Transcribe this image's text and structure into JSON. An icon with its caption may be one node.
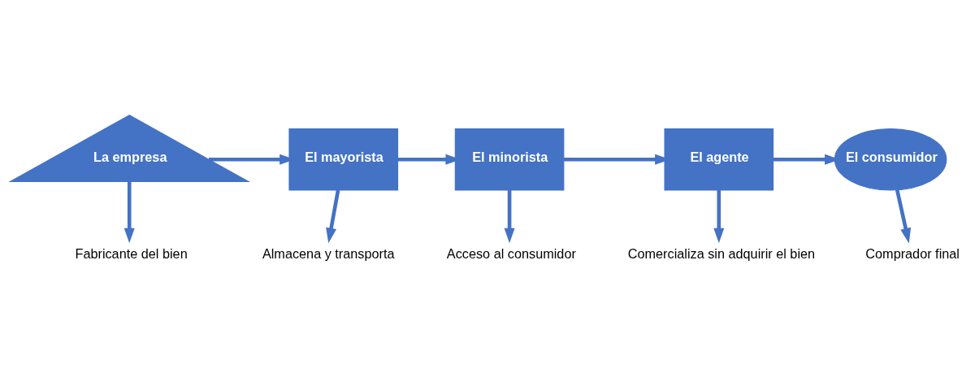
{
  "diagram": {
    "nodes": [
      {
        "text": [
          "La empresa"
        ]
      },
      {
        "text": [
          "El mayorista"
        ]
      },
      {
        "text": [
          "El minorista"
        ]
      },
      {
        "text": [
          "El agente"
        ]
      },
      {
        "text": [
          "El consumidor"
        ]
      },
      {
        "text": [
          "Fabricante del bien"
        ]
      },
      {
        "text": [
          "Almacena y transporta"
        ]
      },
      {
        "text": [
          "Acceso al consumidor"
        ]
      },
      {
        "text": [
          "Comercializa sin adquirir el bien"
        ]
      },
      {
        "text": [
          "Comprador final"
        ]
      }
    ],
    "edges": [
      {
        "from": 0,
        "to": 1,
        "arrow": "to"
      },
      {
        "from": 1,
        "to": 2,
        "arrow": "to"
      },
      {
        "from": 2,
        "to": 3,
        "arrow": "to"
      },
      {
        "from": 3,
        "to": 4,
        "arrow": "to"
      },
      {
        "from": 0,
        "to": 5,
        "arrow": "to"
      },
      {
        "from": 1,
        "to": 6,
        "arrow": "to"
      },
      {
        "from": 2,
        "to": 7,
        "arrow": "to"
      },
      {
        "from": 3,
        "to": 8,
        "arrow": "to"
      },
      {
        "from": 4,
        "to": 9,
        "arrow": "to"
      }
    ]
  }
}
